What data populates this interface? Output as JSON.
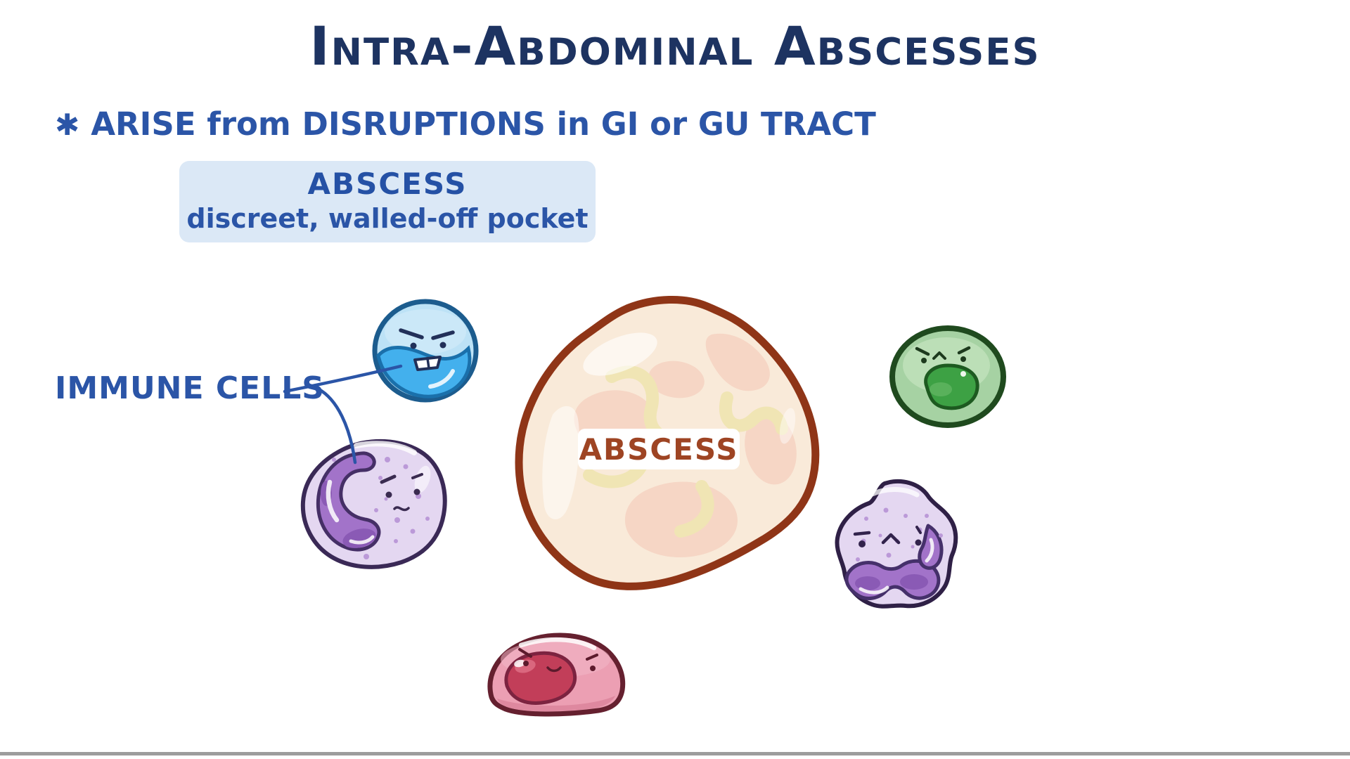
{
  "title": "Intra-Abdominal Abscesses",
  "note": {
    "bullet": "✱",
    "text": "ARISE from DISRUPTIONS in GI or GU TRACT"
  },
  "definition_box": {
    "heading": "ABSCESS",
    "description": "discreet, walled-off pocket"
  },
  "labels": {
    "immune_cells": "IMMUNE CELLS",
    "abscess": "ABSCESS"
  },
  "colors": {
    "title_text": "#1d3361",
    "body_text": "#2b55a7",
    "definition_box_bg": "#dbe8f6",
    "abscess_fill": "#f9ead9",
    "abscess_outline": "#8f3517",
    "abscess_label_text": "#9e4423",
    "blue_cell_nucleus": "#43b0ed",
    "green_cell_nucleus": "#3da144",
    "purple_cell_nucleus": "#a273c9",
    "pink_cell_nucleus": "#c23e59"
  }
}
